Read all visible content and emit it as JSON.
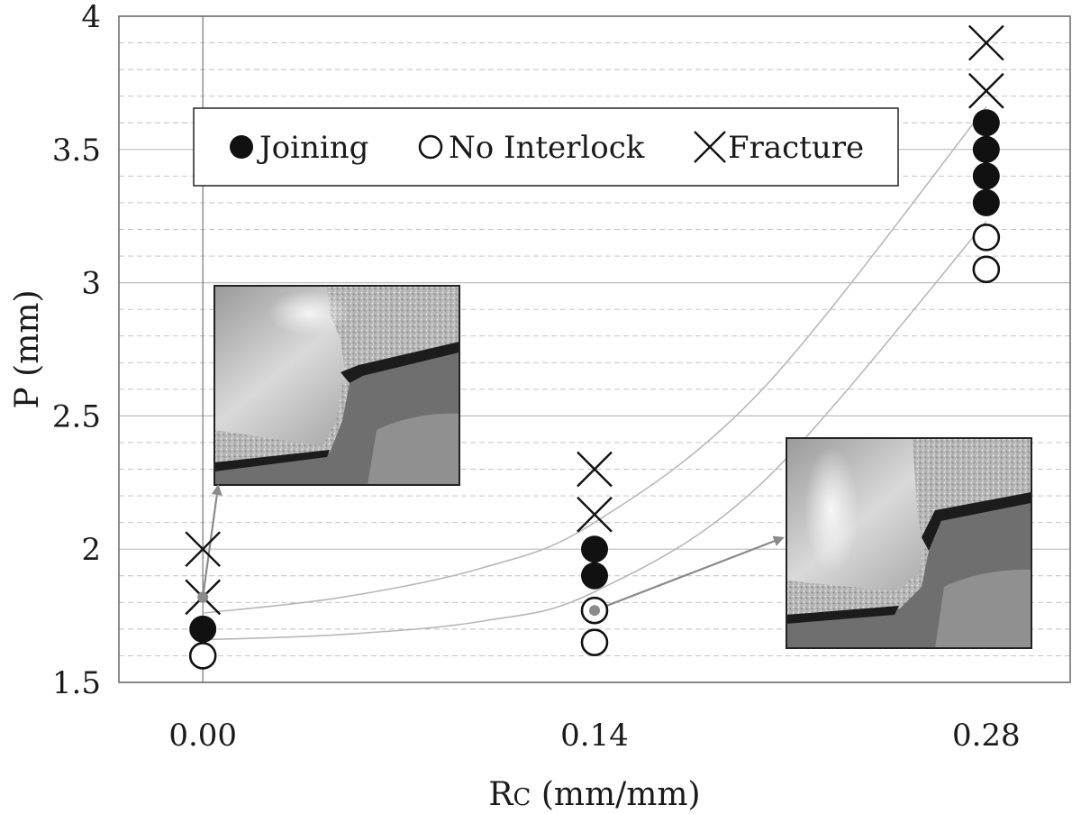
{
  "chart_data": {
    "type": "scatter",
    "xlabel_main": "R",
    "xlabel_sub": "C",
    "xlabel_rest": " (mm/mm)",
    "ylabel": "P (mm)",
    "xlim": [
      -0.03,
      0.31
    ],
    "ylim": [
      1.5,
      4.0
    ],
    "x_ticks": [
      0.0,
      0.14,
      0.28
    ],
    "x_tick_labels": [
      "0.00",
      "0.14",
      "0.28"
    ],
    "y_ticks": [
      1.5,
      2.0,
      2.5,
      3.0,
      3.5,
      4.0
    ],
    "y_tick_labels": [
      "1.5",
      "2",
      "2.5",
      "3",
      "3.5",
      "4"
    ],
    "grid": "horizontal dashed",
    "legend_position": "top-left",
    "series": [
      {
        "name": "Joining",
        "marker": "filled-circle",
        "color": "#111111",
        "points": [
          [
            0.0,
            1.7
          ],
          [
            0.14,
            1.9
          ],
          [
            0.14,
            2.0
          ],
          [
            0.28,
            3.3
          ],
          [
            0.28,
            3.4
          ],
          [
            0.28,
            3.5
          ],
          [
            0.28,
            3.6
          ]
        ]
      },
      {
        "name": "No Interlock",
        "marker": "open-circle",
        "color": "#111111",
        "points": [
          [
            0.0,
            1.6
          ],
          [
            0.14,
            1.65
          ],
          [
            0.14,
            1.77
          ],
          [
            0.28,
            3.05
          ],
          [
            0.28,
            3.17
          ]
        ]
      },
      {
        "name": "Fracture",
        "marker": "cross",
        "color": "#111111",
        "points": [
          [
            0.0,
            1.82
          ],
          [
            0.0,
            2.0
          ],
          [
            0.14,
            2.13
          ],
          [
            0.14,
            2.3
          ],
          [
            0.28,
            3.72
          ],
          [
            0.28,
            3.9
          ]
        ]
      }
    ],
    "boundary_curves": [
      {
        "name": "upper",
        "x": [
          0.0,
          0.05,
          0.1,
          0.14,
          0.2,
          0.28
        ],
        "y": [
          1.76,
          1.82,
          1.93,
          2.1,
          2.6,
          3.66
        ]
      },
      {
        "name": "lower",
        "x": [
          0.0,
          0.05,
          0.1,
          0.14,
          0.2,
          0.28
        ],
        "y": [
          1.66,
          1.68,
          1.73,
          1.84,
          2.25,
          3.23
        ]
      }
    ],
    "annotation_points": [
      {
        "name": "sample-A",
        "x": 0.0,
        "y": 1.82
      },
      {
        "name": "sample-B",
        "x": 0.14,
        "y": 1.77
      }
    ],
    "colors": {
      "marker": "#111111",
      "grid": "#bdbdbd",
      "curve": "#b8b8b8",
      "arrow": "#8a8a8a",
      "frame": "#666666"
    }
  }
}
